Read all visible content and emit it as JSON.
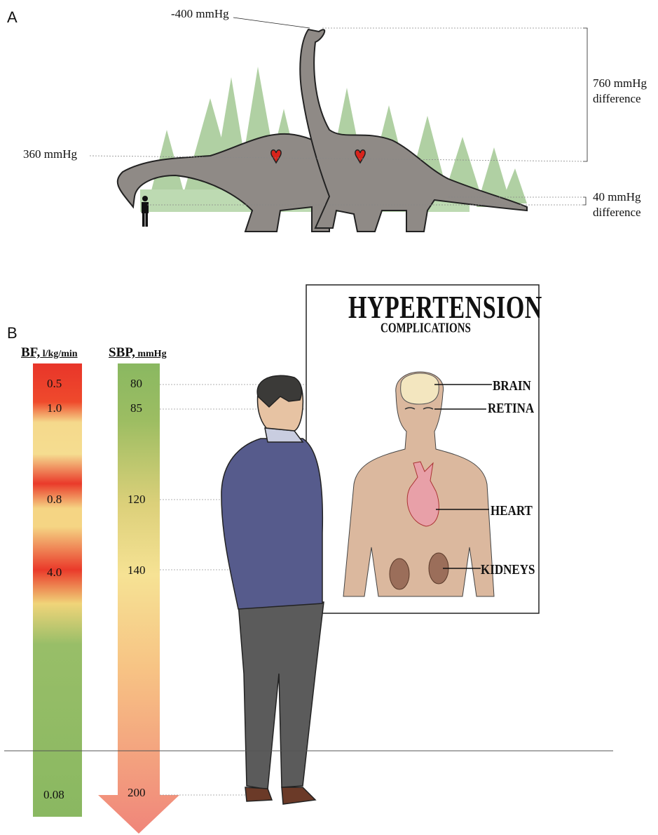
{
  "panel_a": {
    "letter": "A",
    "pressure_top": "-400 mmHg",
    "pressure_heart": "360 mmHg",
    "difference_large_line1": "760 mmHg",
    "difference_large_line2": "difference",
    "difference_small_line1": "40 mmHg",
    "difference_small_line2": "difference"
  },
  "panel_b": {
    "letter": "B",
    "bf_header_main": "BF,",
    "bf_header_unit": " l/kg/min",
    "sbp_header_main": "SBP,",
    "sbp_header_unit": " mmHg",
    "bf_values": [
      "0.5",
      "1.0",
      "0.8",
      "4.0",
      "0.08"
    ],
    "sbp_values": [
      "80",
      "85",
      "120",
      "140",
      "200"
    ]
  },
  "poster": {
    "title": "HYPERTENSION",
    "subtitle": "COMPLICATIONS",
    "organs": [
      "BRAIN",
      "RETINA",
      "HEART",
      "KIDNEYS"
    ]
  },
  "colors": {
    "red": "#e8352a",
    "yellow": "#f5dc8a",
    "green": "#8ab861",
    "salmon": "#f0857a",
    "dino": "#8f8a86",
    "tree": "#9cc48f",
    "jacket": "#555c8c",
    "trousers": "#5a5a5a",
    "skin": "#d8ad8c"
  }
}
